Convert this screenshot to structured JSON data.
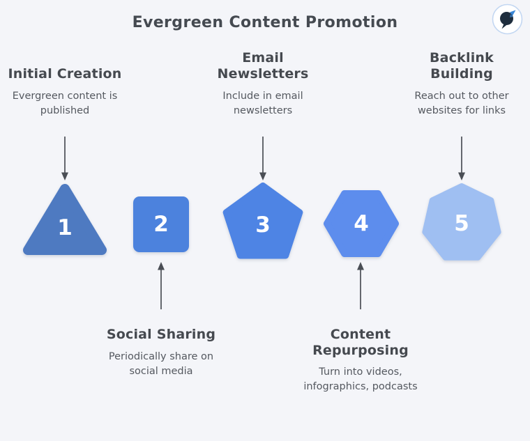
{
  "title": "Evergreen Content Promotion",
  "logo": {
    "icon": "napkin-badge-icon"
  },
  "colors": {
    "background": "#f4f5f9",
    "arrow": "#4a4e55",
    "heading_text": "#45494f",
    "description_text": "#54585f",
    "number_text": "#ffffff",
    "badge_ring": "#c3d7f2",
    "badge_dark": "#1e2d3d",
    "badge_accent": "#3a87d7"
  },
  "steps": [
    {
      "number": "1",
      "shape": "triangle",
      "color": "#4e7ac1",
      "label_position": "top",
      "heading": "Initial Creation",
      "description": "Evergreen content is published"
    },
    {
      "number": "2",
      "shape": "square",
      "color": "#4c82dd",
      "label_position": "bottom",
      "heading": "Social Sharing",
      "description": "Periodically share on social media"
    },
    {
      "number": "3",
      "shape": "pentagon",
      "color": "#4e84e4",
      "label_position": "top",
      "heading": "Email Newsletters",
      "description": "Include in email newsletters"
    },
    {
      "number": "4",
      "shape": "hexagon",
      "color": "#5d8ded",
      "label_position": "bottom",
      "heading": "Content Repurposing",
      "description": "Turn into videos, infographics, podcasts"
    },
    {
      "number": "5",
      "shape": "heptagon",
      "color": "#9fbff2",
      "label_position": "top",
      "heading": "Backlink Building",
      "description": "Reach out to other websites for links"
    }
  ]
}
